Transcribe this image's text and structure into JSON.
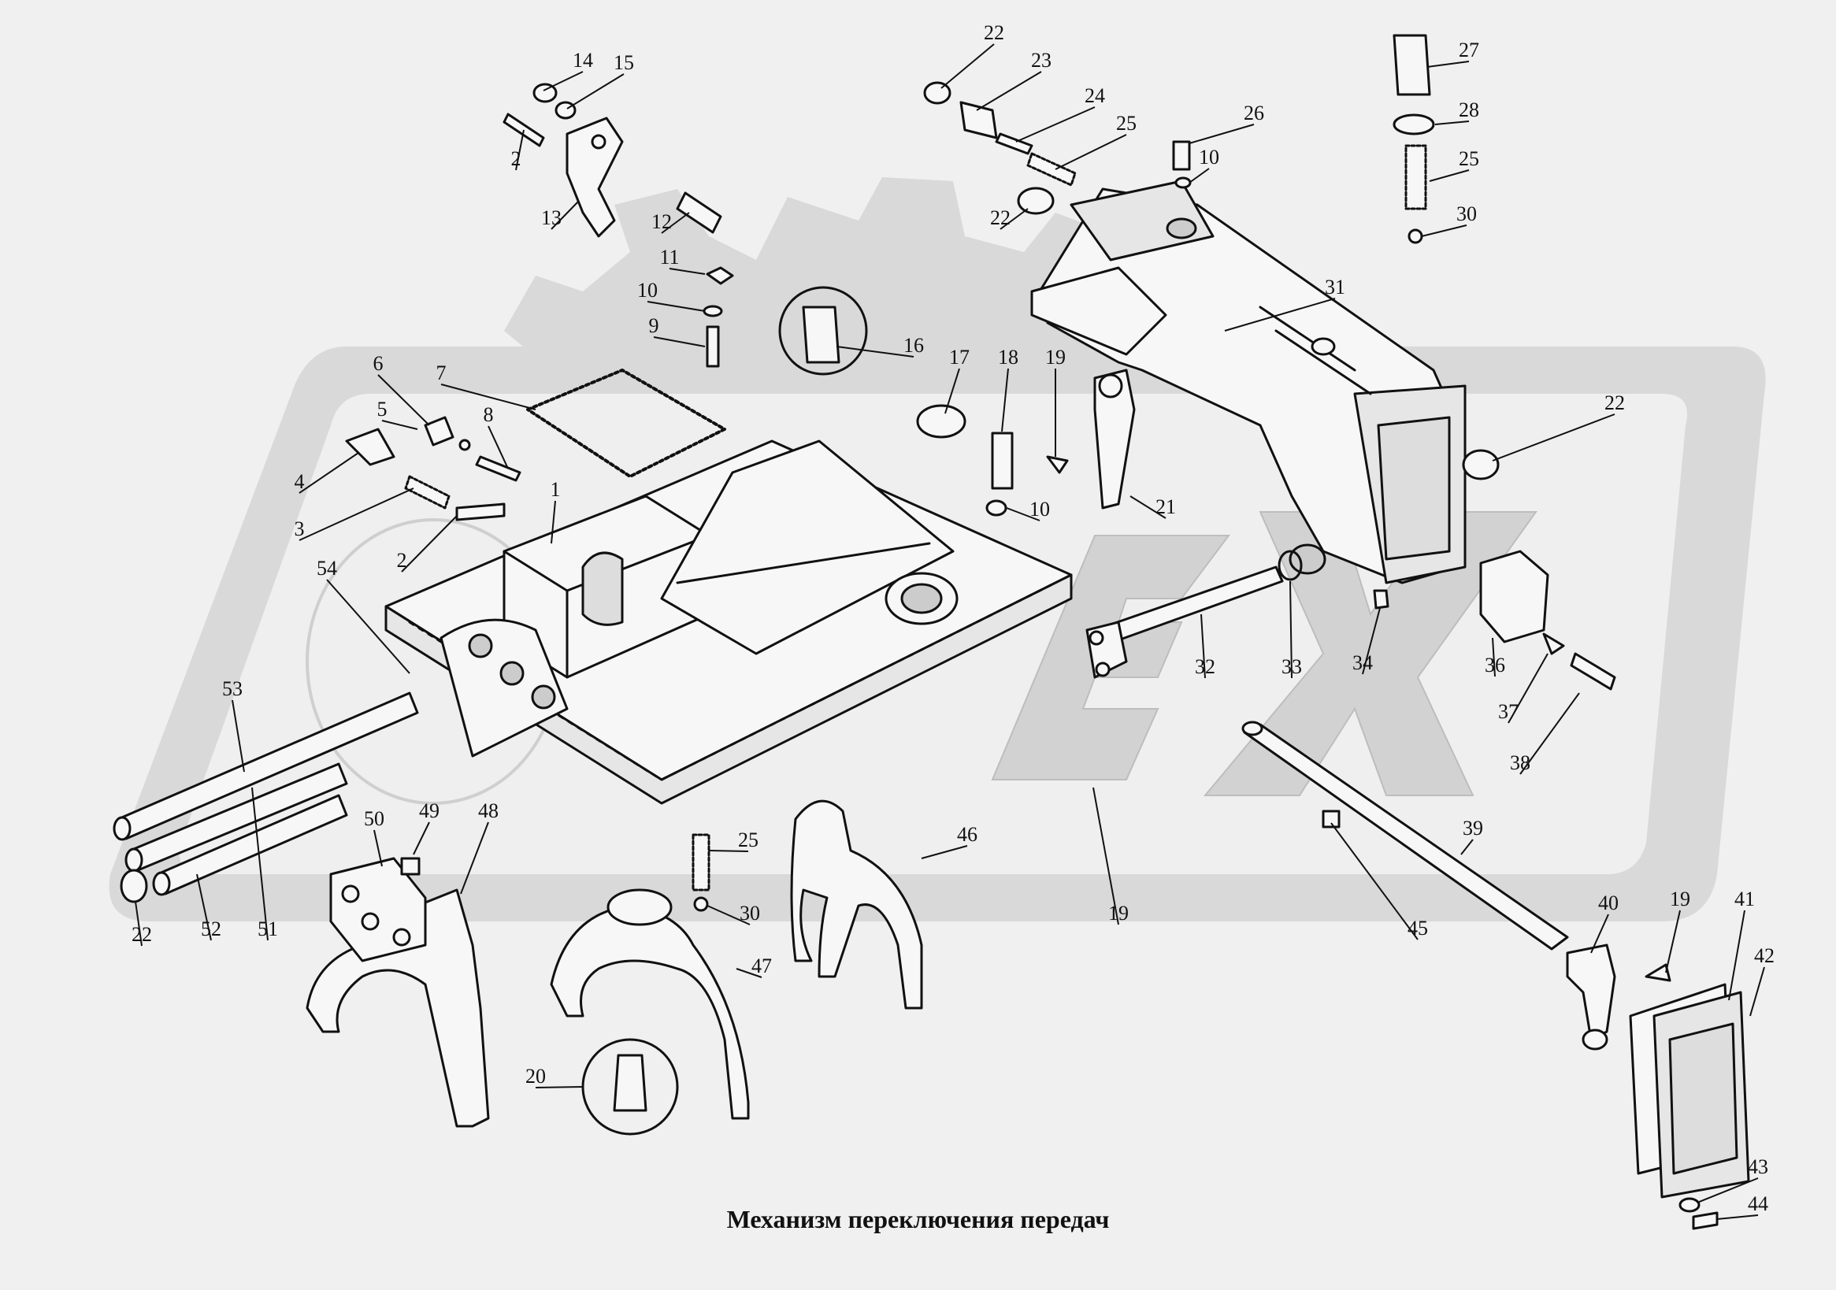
{
  "caption": "Механизм переключения передач",
  "colors": {
    "background": "#f0f0f0",
    "watermark": "#d9d9d9",
    "ink": "#111111",
    "part_fill": "#f7f7f7"
  },
  "callouts": [
    "1",
    "2",
    "2",
    "3",
    "4",
    "5",
    "6",
    "7",
    "8",
    "9",
    "10",
    "10",
    "10",
    "11",
    "12",
    "13",
    "14",
    "15",
    "16",
    "17",
    "18",
    "19",
    "19",
    "19",
    "20",
    "21",
    "22",
    "22",
    "22",
    "22",
    "23",
    "24",
    "25",
    "25",
    "25",
    "26",
    "27",
    "28",
    "30",
    "30",
    "31",
    "32",
    "33",
    "34",
    "36",
    "37",
    "38",
    "39",
    "40",
    "41",
    "42",
    "43",
    "44",
    "45",
    "46",
    "47",
    "48",
    "49",
    "50",
    "51",
    "52",
    "53",
    "54"
  ]
}
